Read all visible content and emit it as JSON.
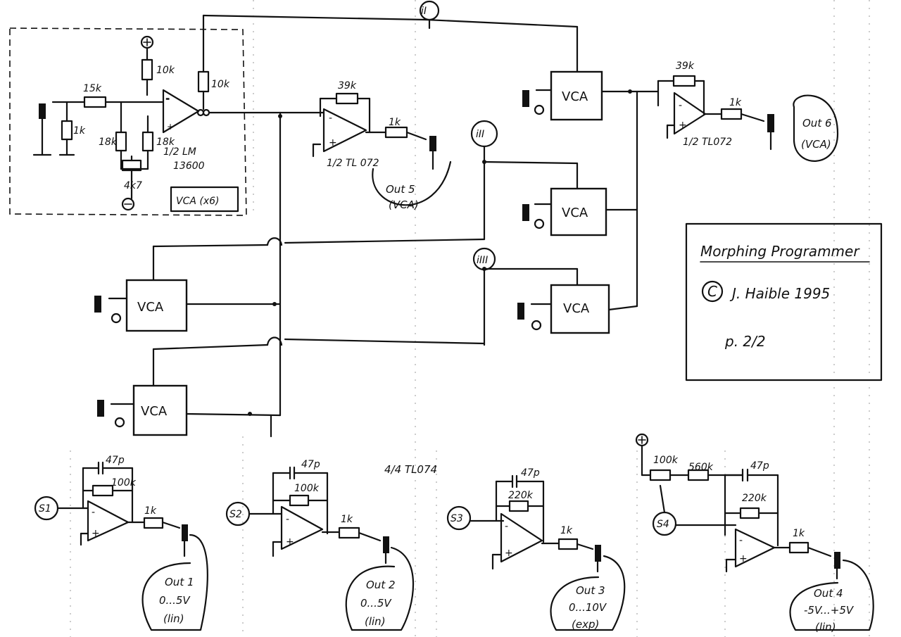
{
  "inputs": {
    "i1": "iI",
    "i2": "iII",
    "i3": "iIII"
  },
  "vca_cell": {
    "r_in": "15k",
    "r_gnd": "1k",
    "r_top": "10k",
    "r_out": "10k",
    "r_bias_l": "18k",
    "r_bias_r": "18k",
    "pot": "4k7",
    "ic": "1/2 LM",
    "ic2": "13600",
    "box_label": "VCA (x6)"
  },
  "vca_label": "VCA",
  "out5": {
    "rf": "39k",
    "ic": "1/2 TL 072",
    "r": "1k",
    "label": "Out 5",
    "sub": "(VCA)"
  },
  "out6": {
    "rf": "39k",
    "ic": "1/2 TL072",
    "r": "1k",
    "label": "Out 6",
    "sub": "(VCA)"
  },
  "title_block": {
    "title": "Morphing Programmer",
    "copyright_symbol": "C",
    "author": "J. Haible 1995",
    "page": "p. 2/2"
  },
  "tl074_note": "4/4 TL074",
  "stages": [
    {
      "id": "S1",
      "cap": "47p",
      "rf": "100k",
      "r": "1k",
      "out": "Out 1",
      "range": "0...5V",
      "mode": "(lin)"
    },
    {
      "id": "S2",
      "cap": "47p",
      "rf": "100k",
      "r": "1k",
      "out": "Out 2",
      "range": "0...5V",
      "mode": "(lin)"
    },
    {
      "id": "S3",
      "cap": "47p",
      "rf": "220k",
      "r": "1k",
      "out": "Out 3",
      "range": "0...10V",
      "mode": "(exp)"
    },
    {
      "id": "S4",
      "cap": "47p",
      "rf": "220k",
      "r_pot": "100k",
      "r_in": "560k",
      "r": "1k",
      "out": "Out 4",
      "range": "-5V...+5V",
      "mode": "(lin)"
    }
  ]
}
